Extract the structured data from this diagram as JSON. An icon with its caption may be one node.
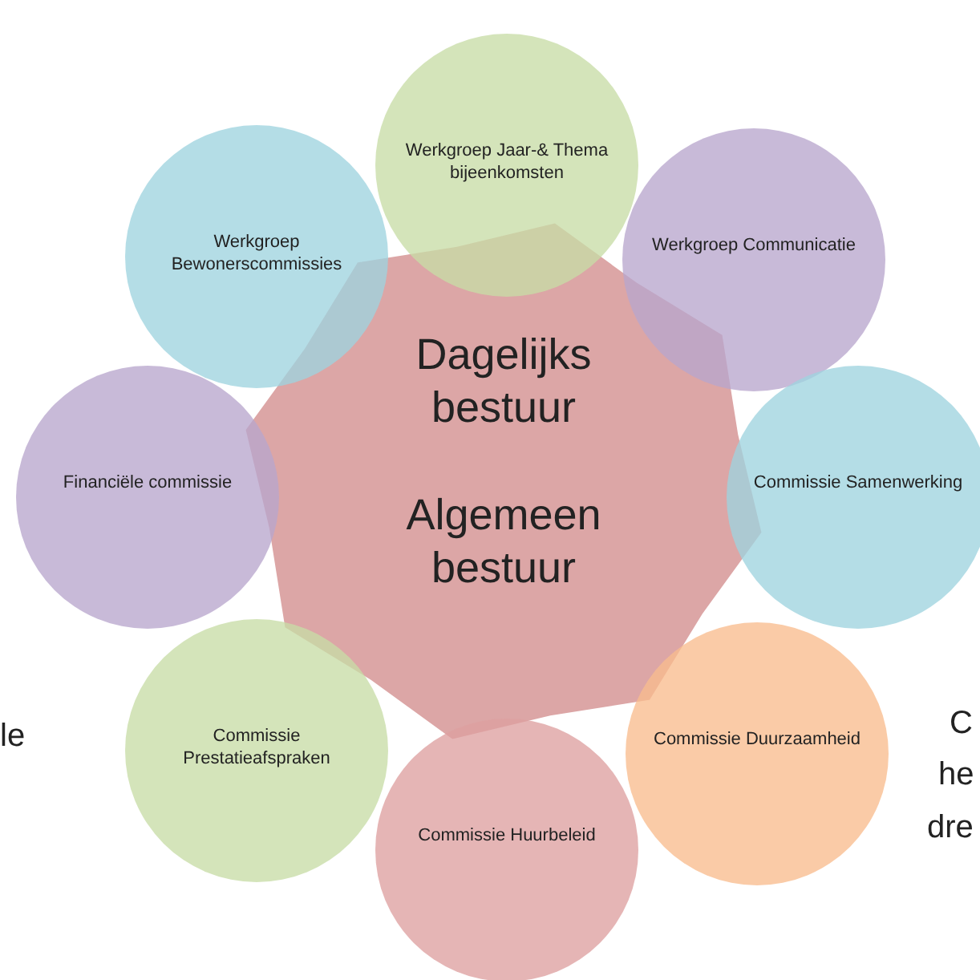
{
  "diagram": {
    "nodes": [
      {
        "text": [
          "Dagelijks bestuur",
          "Algemeen bestuur"
        ]
      },
      {
        "text": [
          "Werkgroep Jaar-& Thema bijeenkomsten"
        ]
      },
      {
        "text": [
          "Werkgroep Communicatie"
        ]
      },
      {
        "text": [
          "Commissie Samenwerking"
        ]
      },
      {
        "text": [
          "Commissie Duurzaamheid"
        ]
      },
      {
        "text": [
          "Commissie Huurbeleid"
        ]
      },
      {
        "text": [
          "Commissie Prestatieafspraken"
        ]
      },
      {
        "text": [
          "Financiële commissie"
        ]
      },
      {
        "text": [
          "Werkgroep Bewonerscommissies"
        ]
      }
    ],
    "labels": [
      "le",
      "C",
      "he",
      "dre"
    ]
  }
}
